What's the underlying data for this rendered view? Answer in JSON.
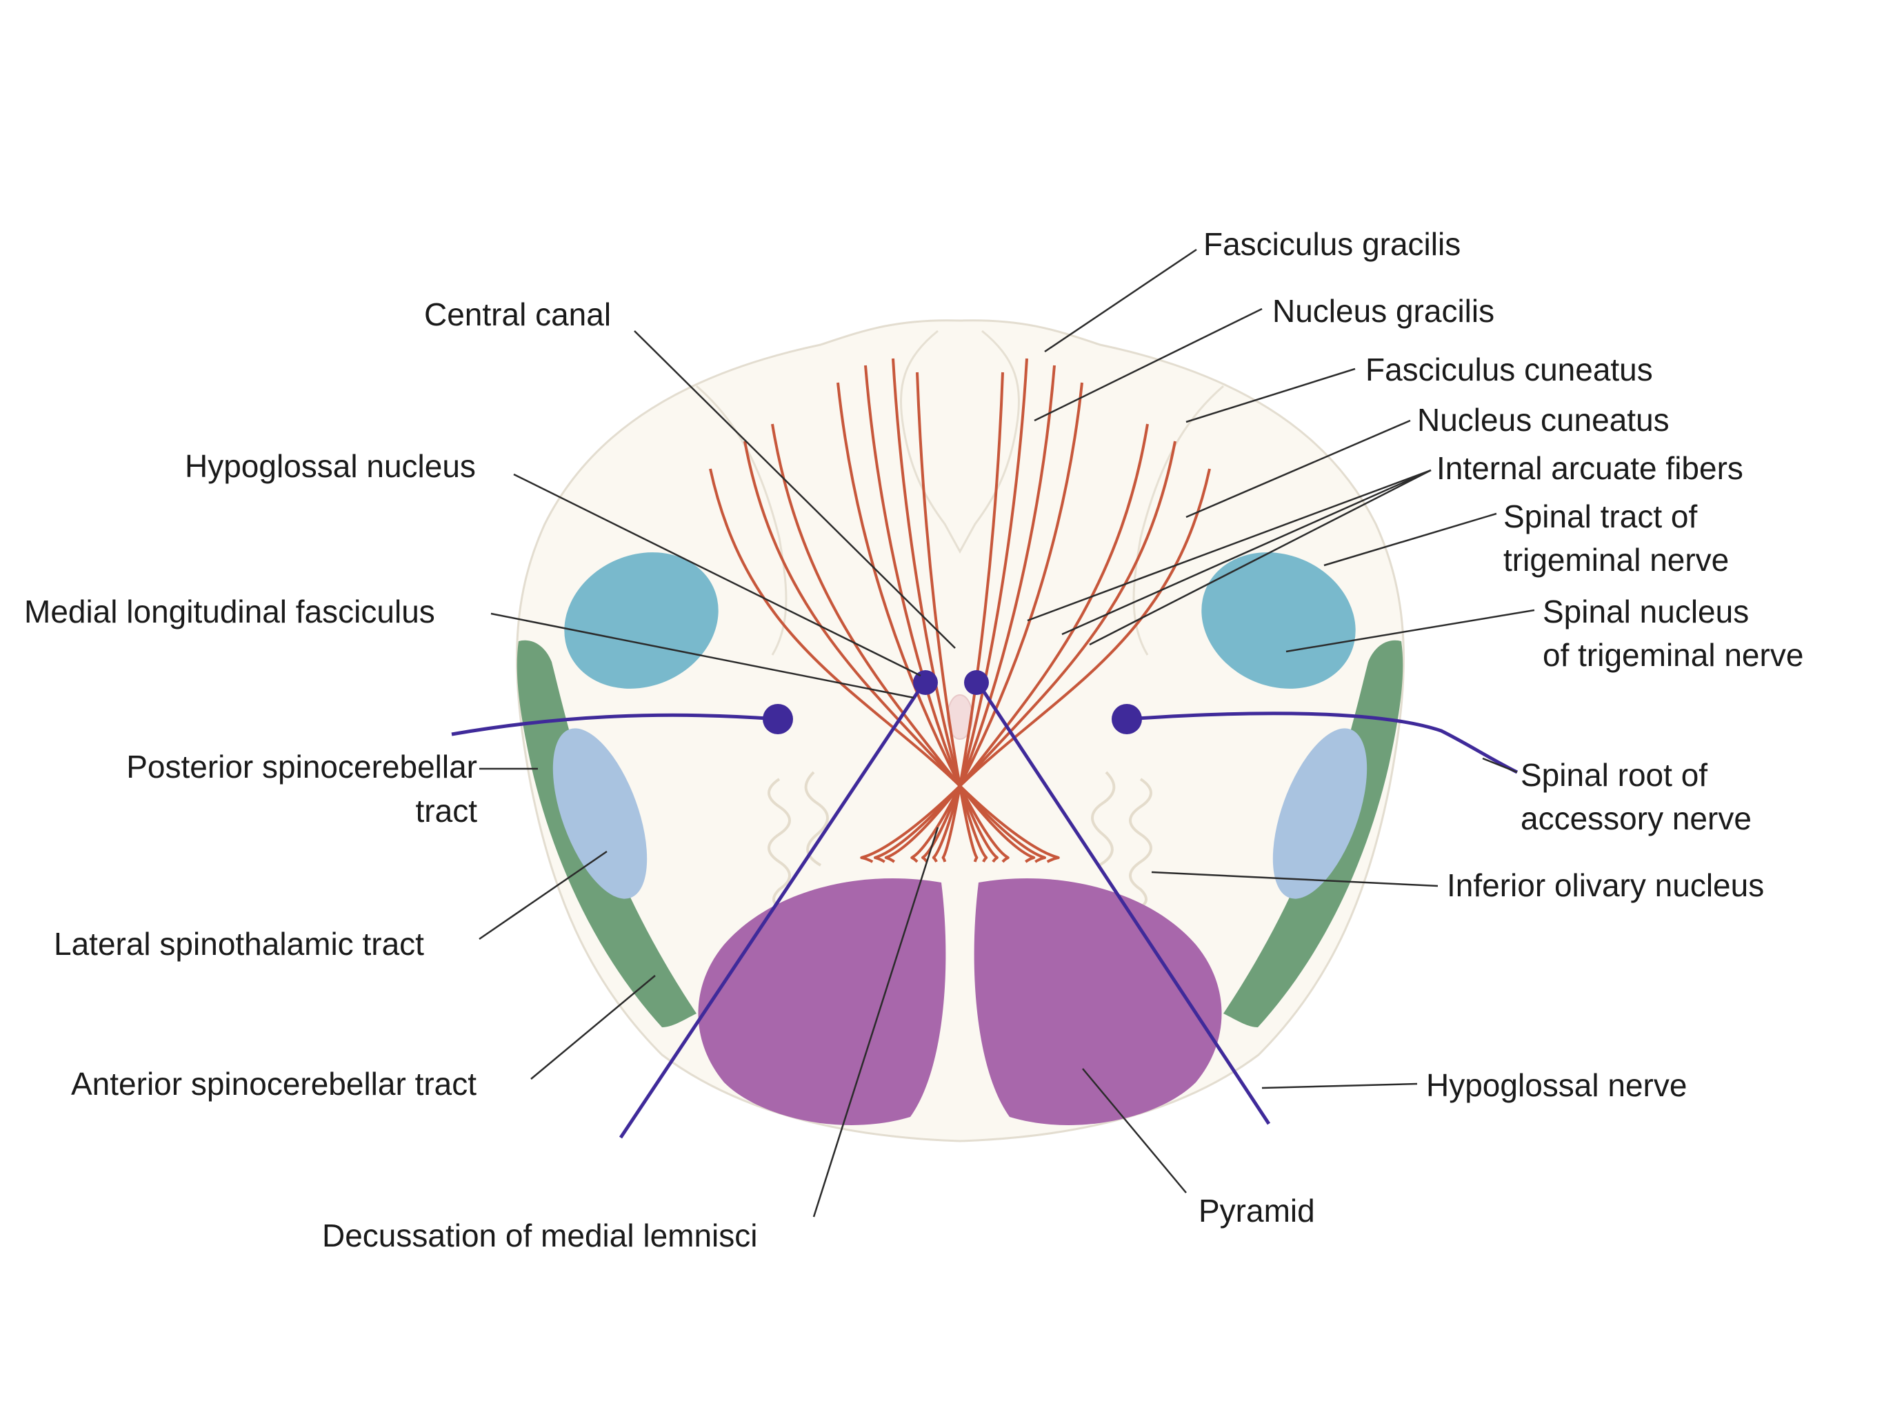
{
  "diagram": {
    "labels": {
      "fasciculus_gracilis": "Fasciculus gracilis",
      "central_canal": "Central canal",
      "nucleus_gracilis": "Nucleus gracilis",
      "fasciculus_cuneatus": "Fasciculus cuneatus",
      "nucleus_cuneatus": "Nucleus cuneatus",
      "hypoglossal_nucleus": "Hypoglossal nucleus",
      "internal_arcuate_fibers": "Internal arcuate fibers",
      "spinal_tract_trigeminal_1": "Spinal tract of",
      "spinal_tract_trigeminal_2": "trigeminal nerve",
      "medial_longitudinal_fasciculus": "Medial longitudinal fasciculus",
      "spinal_nucleus_trigeminal_1": "Spinal nucleus",
      "spinal_nucleus_trigeminal_2": "of trigeminal nerve",
      "posterior_spinocerebellar_1": "Posterior spinocerebellar",
      "posterior_spinocerebellar_2": "tract",
      "spinal_root_accessory_1": "Spinal root of",
      "spinal_root_accessory_2": "accessory nerve",
      "inferior_olivary_nucleus": "Inferior olivary nucleus",
      "lateral_spinothalamic_tract": "Lateral spinothalamic tract",
      "anterior_spinocerebellar_tract": "Anterior spinocerebellar tract",
      "hypoglossal_nerve": "Hypoglossal nerve",
      "pyramid": "Pyramid",
      "decussation_medial_lemnisci": "Decussation of medial lemnisci"
    },
    "colors": {
      "section_fill": "#fbf8f1",
      "section_outline": "#e3ddd0",
      "trigeminal_nucleus": "#79b9cc",
      "spinothalamic": "#a9c3e0",
      "spinocerebellar": "#6f9f79",
      "pyramid": "#a867ab",
      "lemniscal_fibers": "#c7573b",
      "nerve": "#3f2a9a",
      "leader": "#2b2b2b"
    }
  }
}
